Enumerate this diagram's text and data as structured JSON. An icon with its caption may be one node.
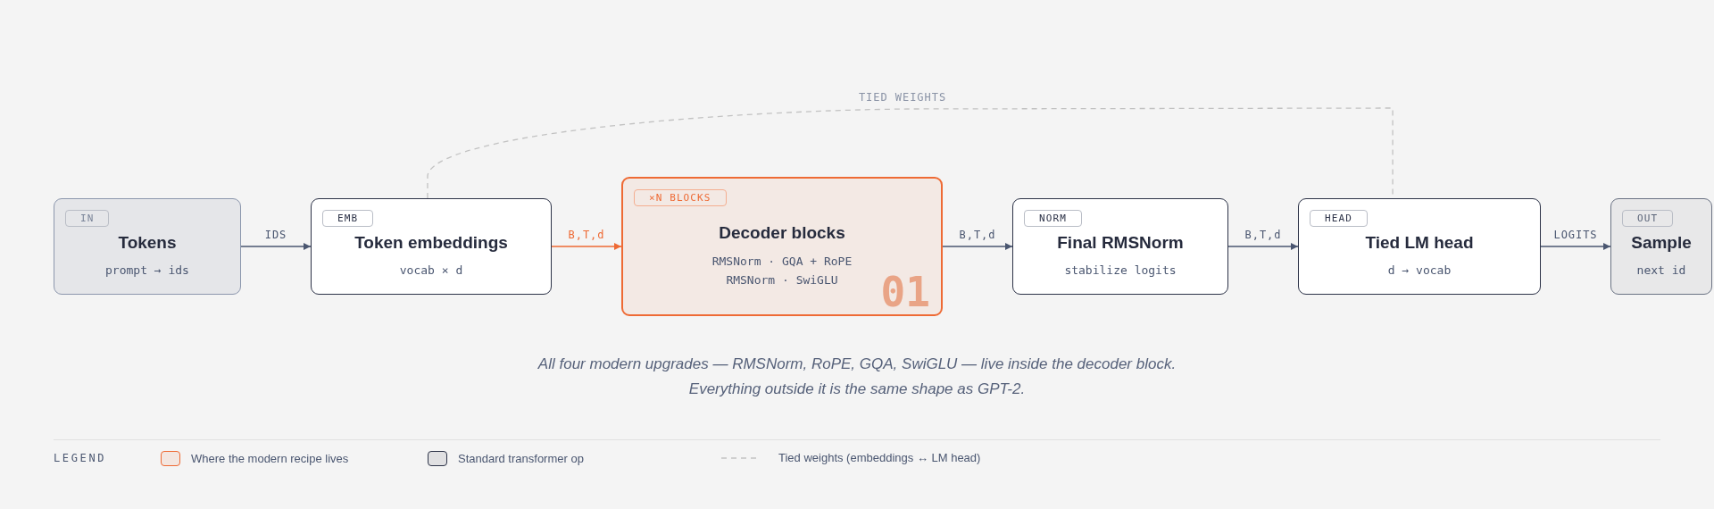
{
  "diagram": {
    "caption": "All four modern upgrades — RMSNorm, RoPE, GQA, SwiGLU — live inside the decoder block. Everything outside it is the same shape as GPT-2.",
    "nodes": [
      {
        "text": [
          "IN",
          "Tokens",
          "prompt → ids"
        ]
      },
      {
        "text": [
          "EMB",
          "Token embeddings",
          "vocab × d"
        ]
      },
      {
        "text": [
          "×N BLOCKS",
          "Decoder blocks",
          "RMSNorm · GQA + RoPE",
          "RMSNorm · SwiGLU",
          "01"
        ]
      },
      {
        "text": [
          "NORM",
          "Final RMSNorm",
          "stabilize logits"
        ]
      },
      {
        "text": [
          "HEAD",
          "Tied LM head",
          "d → vocab"
        ]
      },
      {
        "text": [
          "OUT",
          "Sample",
          "next id"
        ]
      }
    ],
    "edges": [
      {
        "from": 0,
        "to": 1,
        "arrow": "to",
        "label": "IDS"
      },
      {
        "from": 1,
        "to": 2,
        "arrow": "to",
        "label": "B,T,d",
        "color": "#ee6a34"
      },
      {
        "from": 2,
        "to": 3,
        "arrow": "to",
        "label": "B,T,d"
      },
      {
        "from": 3,
        "to": 4,
        "arrow": "to",
        "label": "B,T,d"
      },
      {
        "from": 4,
        "to": 5,
        "arrow": "to",
        "label": "LOGITS"
      },
      {
        "from": 1,
        "to": 4,
        "arrow": "none",
        "label": "TIED WEIGHTS",
        "style": "dashed",
        "color": "#c2c2c2"
      }
    ],
    "labels": [
      "LEGEND"
    ],
    "legend": [
      {
        "text": "Where the modern recipe lives",
        "color": "#ee6a34"
      },
      {
        "text": "Standard transformer op",
        "color": "#2d3348"
      },
      {
        "text": "Tied weights (embeddings ↔ LM head)"
      }
    ]
  }
}
